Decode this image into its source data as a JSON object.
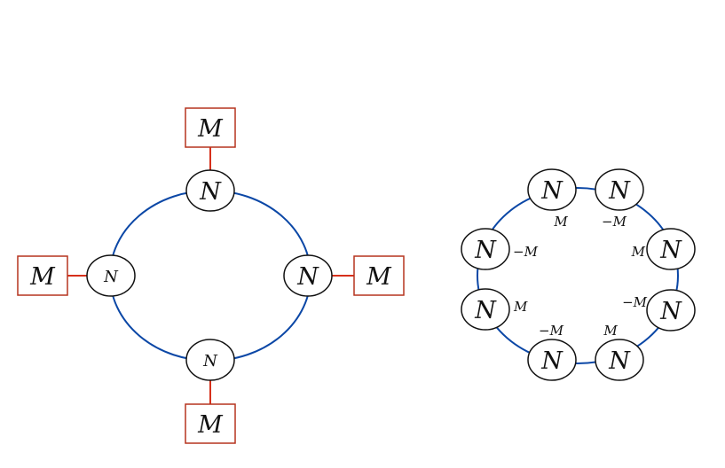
{
  "colors": {
    "ring": "#0b47a6",
    "link": "#d6301b",
    "node_stroke": "#111111",
    "box_stroke": "#b5341f",
    "text": "#111111"
  },
  "left_quiver": {
    "nodes": {
      "top": "N",
      "left": "N",
      "right": "N",
      "bottom": "N"
    },
    "flavors": {
      "top": "M",
      "left": "M",
      "right": "M",
      "bottom": "M"
    }
  },
  "right_quiver": {
    "nodes": {
      "top_left": "N",
      "top_right": "N",
      "upper_left": "N",
      "upper_right": "N",
      "lower_left": "N",
      "lower_right": "N",
      "bottom_left": "N",
      "bottom_right": "N"
    },
    "labels": {
      "top_left": "M",
      "top_right": "−M",
      "upper_left": "−M",
      "upper_right": "M",
      "lower_left": "M",
      "lower_right": "−M",
      "bottom_left": "−M",
      "bottom_right": "M"
    }
  }
}
